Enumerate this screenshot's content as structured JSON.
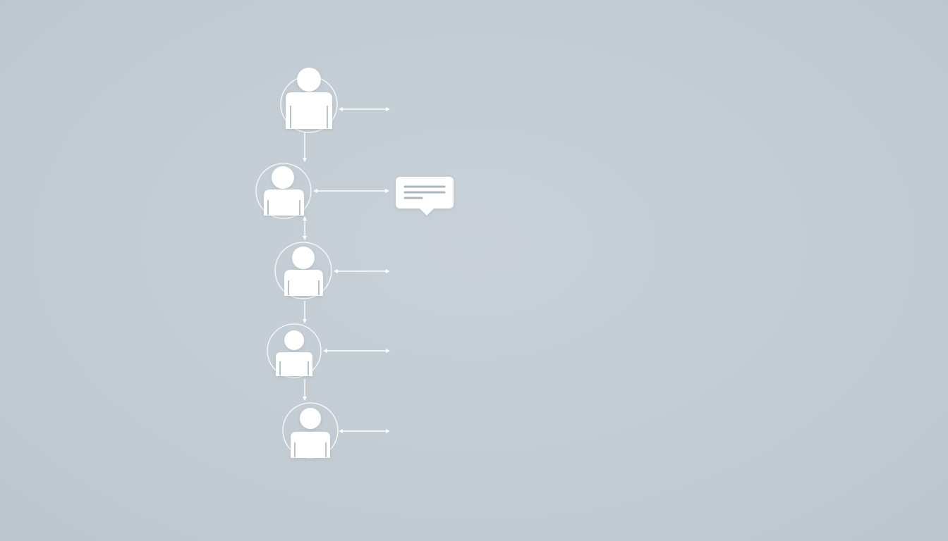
{
  "diagram": {
    "nodes": [
      {
        "id": "person-1",
        "icon": "person-icon",
        "link": "bidirectional-arrow"
      },
      {
        "id": "person-2",
        "icon": "person-icon",
        "link": "bidirectional-arrow",
        "attachment": "chat-bubble-icon"
      },
      {
        "id": "person-3",
        "icon": "person-icon",
        "link": "bidirectional-arrow"
      },
      {
        "id": "person-4",
        "icon": "person-icon",
        "link": "bidirectional-arrow"
      },
      {
        "id": "person-5",
        "icon": "person-icon",
        "link": "bidirectional-arrow"
      }
    ],
    "connectors": [
      {
        "from": "person-1",
        "to": "person-2",
        "direction": "down"
      },
      {
        "from": "person-2",
        "to": "person-3",
        "direction": "both"
      },
      {
        "from": "person-3",
        "to": "person-4",
        "direction": "down"
      },
      {
        "from": "person-4",
        "to": "person-5",
        "direction": "down"
      }
    ]
  },
  "colors": {
    "background": "#c3ccd3",
    "foreground": "#ffffff",
    "accent_line": "#a9b7c1"
  }
}
